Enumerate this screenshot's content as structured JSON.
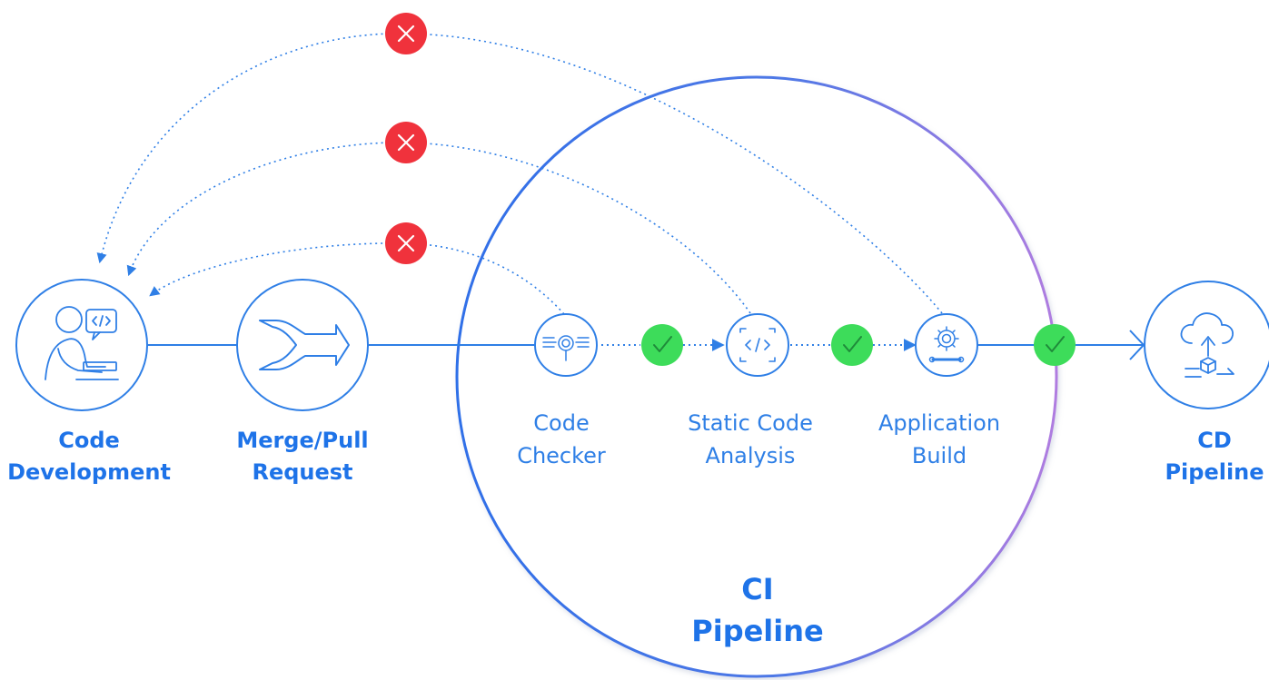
{
  "colors": {
    "primary": "#1E73E8",
    "line": "#2F7FE6",
    "success": "#3DDC5A",
    "success_check": "#1F8B3A",
    "failure": "#F0323C",
    "ci_gradient_start": "#2F6FE8",
    "ci_gradient_end": "#B07BE0"
  },
  "nodes": {
    "code_development": {
      "label_line1": "Code",
      "label_line2": "Development",
      "icon": "developer-at-desk-icon"
    },
    "merge_pull_request": {
      "label_line1": "Merge/Pull",
      "label_line2": "Request",
      "icon": "merge-arrow-icon"
    },
    "cd_pipeline": {
      "label_line1": "CD",
      "label_line2": "Pipeline",
      "icon": "cloud-upload-deploy-icon"
    }
  },
  "ci_pipeline": {
    "title_line1": "CI",
    "title_line2": "Pipeline",
    "stages": [
      {
        "label_line1": "Code",
        "label_line2": "Checker",
        "icon": "code-inspect-magnifier-icon"
      },
      {
        "label_line1": "Static Code",
        "label_line2": "Analysis",
        "icon": "code-scan-brackets-icon"
      },
      {
        "label_line1": "Application",
        "label_line2": "Build",
        "icon": "gear-wrench-build-icon"
      }
    ]
  },
  "status_markers": {
    "success": [
      "check-icon",
      "check-icon",
      "check-icon"
    ],
    "failure": [
      "x-icon",
      "x-icon",
      "x-icon"
    ]
  }
}
